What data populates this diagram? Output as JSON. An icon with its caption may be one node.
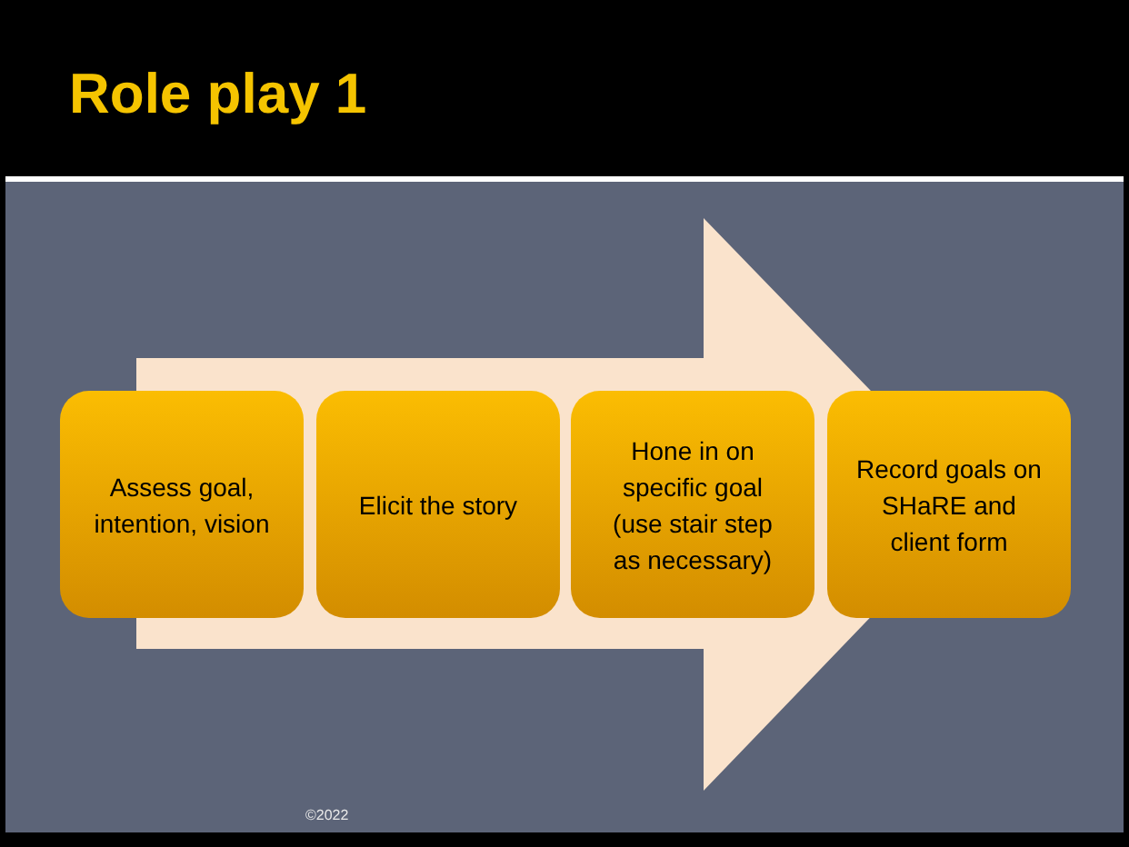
{
  "diagram": {
    "title": "Role play 1",
    "nodes": [
      {
        "text": [
          "Assess goal, intention, vision"
        ]
      },
      {
        "text": [
          "Elicit the story"
        ]
      },
      {
        "text": [
          "Hone in on specific goal (use stair step as necessary)"
        ]
      },
      {
        "text": [
          "Record goals on SHaRE and client form"
        ]
      }
    ],
    "edges": [
      {
        "from": 0,
        "to": 3,
        "arrow": "to"
      }
    ],
    "labels": [
      "©2022"
    ]
  }
}
